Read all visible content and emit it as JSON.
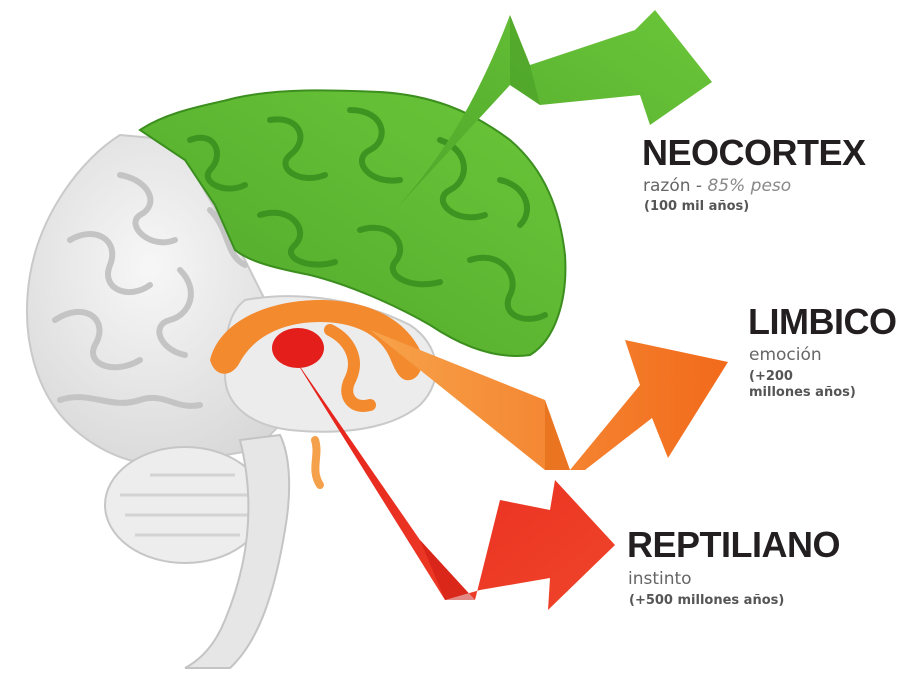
{
  "layers": [
    {
      "id": "neocortex",
      "title": "NEOCORTEX",
      "function": "razón",
      "separator": " - ",
      "weight": "85% peso",
      "age_line1": "(100 mil años)",
      "color": "#5cb531"
    },
    {
      "id": "limbico",
      "title": "LIMBICO",
      "function": "emoción",
      "age_line1": "(+200",
      "age_line2": "millones años)",
      "color": "#f47b20"
    },
    {
      "id": "reptiliano",
      "title": "REPTILIANO",
      "function": "instinto",
      "age_line1": "(+500 millones años)",
      "color": "#e5231b"
    }
  ],
  "colors": {
    "brain_gray": "#e9e9e9",
    "brain_shadow": "#bfbfbf",
    "text_dark": "#231f20"
  }
}
